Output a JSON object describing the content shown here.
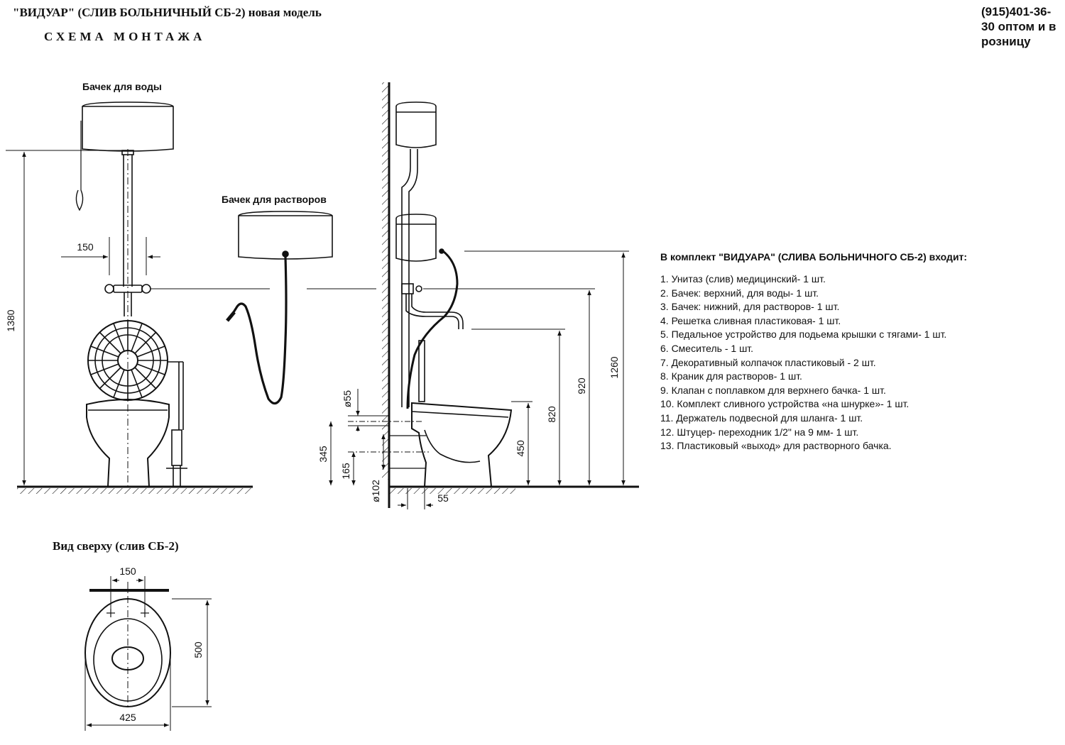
{
  "header": {
    "title": "\"ВИДУАР\" (СЛИВ БОЛЬНИЧНЫЙ  СБ-2) новая модель",
    "subtitle": "СХЕМА МОНТАЖА",
    "phone": "(915)401-36-30 оптом и в розницу"
  },
  "front_view": {
    "water_tank_label": "Бачек для воды",
    "solution_tank_label": "Бачек для растворов",
    "dim_height": "1380",
    "dim_width": "150"
  },
  "side_view": {
    "dim_1260": "1260",
    "dim_920": "920",
    "dim_820": "820",
    "dim_450": "450",
    "dim_345": "345",
    "dim_165": "165",
    "dim_d55": "ø55",
    "dim_d102": "ø102",
    "dim_55": "55"
  },
  "top_view": {
    "title": "Вид сверху (слив  СБ-2)",
    "dim_150": "150",
    "dim_500": "500",
    "dim_425": "425"
  },
  "kit": {
    "title": "В комплект \"ВИДУАРА\" (СЛИВА БОЛЬНИЧНОГО СБ-2) входит:",
    "items": [
      "1. Унитаз (слив) медицинский- 1 шт.",
      "2. Бачек: верхний, для воды- 1 шт.",
      "3. Бачек: нижний, для растворов- 1 шт.",
      "4. Решетка сливная пластиковая- 1 шт.",
      "5. Педальное устройство для подьема крышки с тягами- 1 шт.",
      "6. Смеситель - 1 шт.",
      "7. Декоративный колпачок   пластиковый  - 2 шт.",
      "8. Краник для растворов- 1 шт.",
      "9. Клапан с поплавком для верхнего бачка- 1 шт.",
      "10. Комплект сливного устройства «на шнурке»- 1 шт.",
      "11. Держатель  подвесной для шланга- 1 шт.",
      "12. Штуцер- переходник 1/2\" на 9 мм- 1 шт.",
      "13. Пластиковый «выход» для растворного бачка."
    ]
  }
}
